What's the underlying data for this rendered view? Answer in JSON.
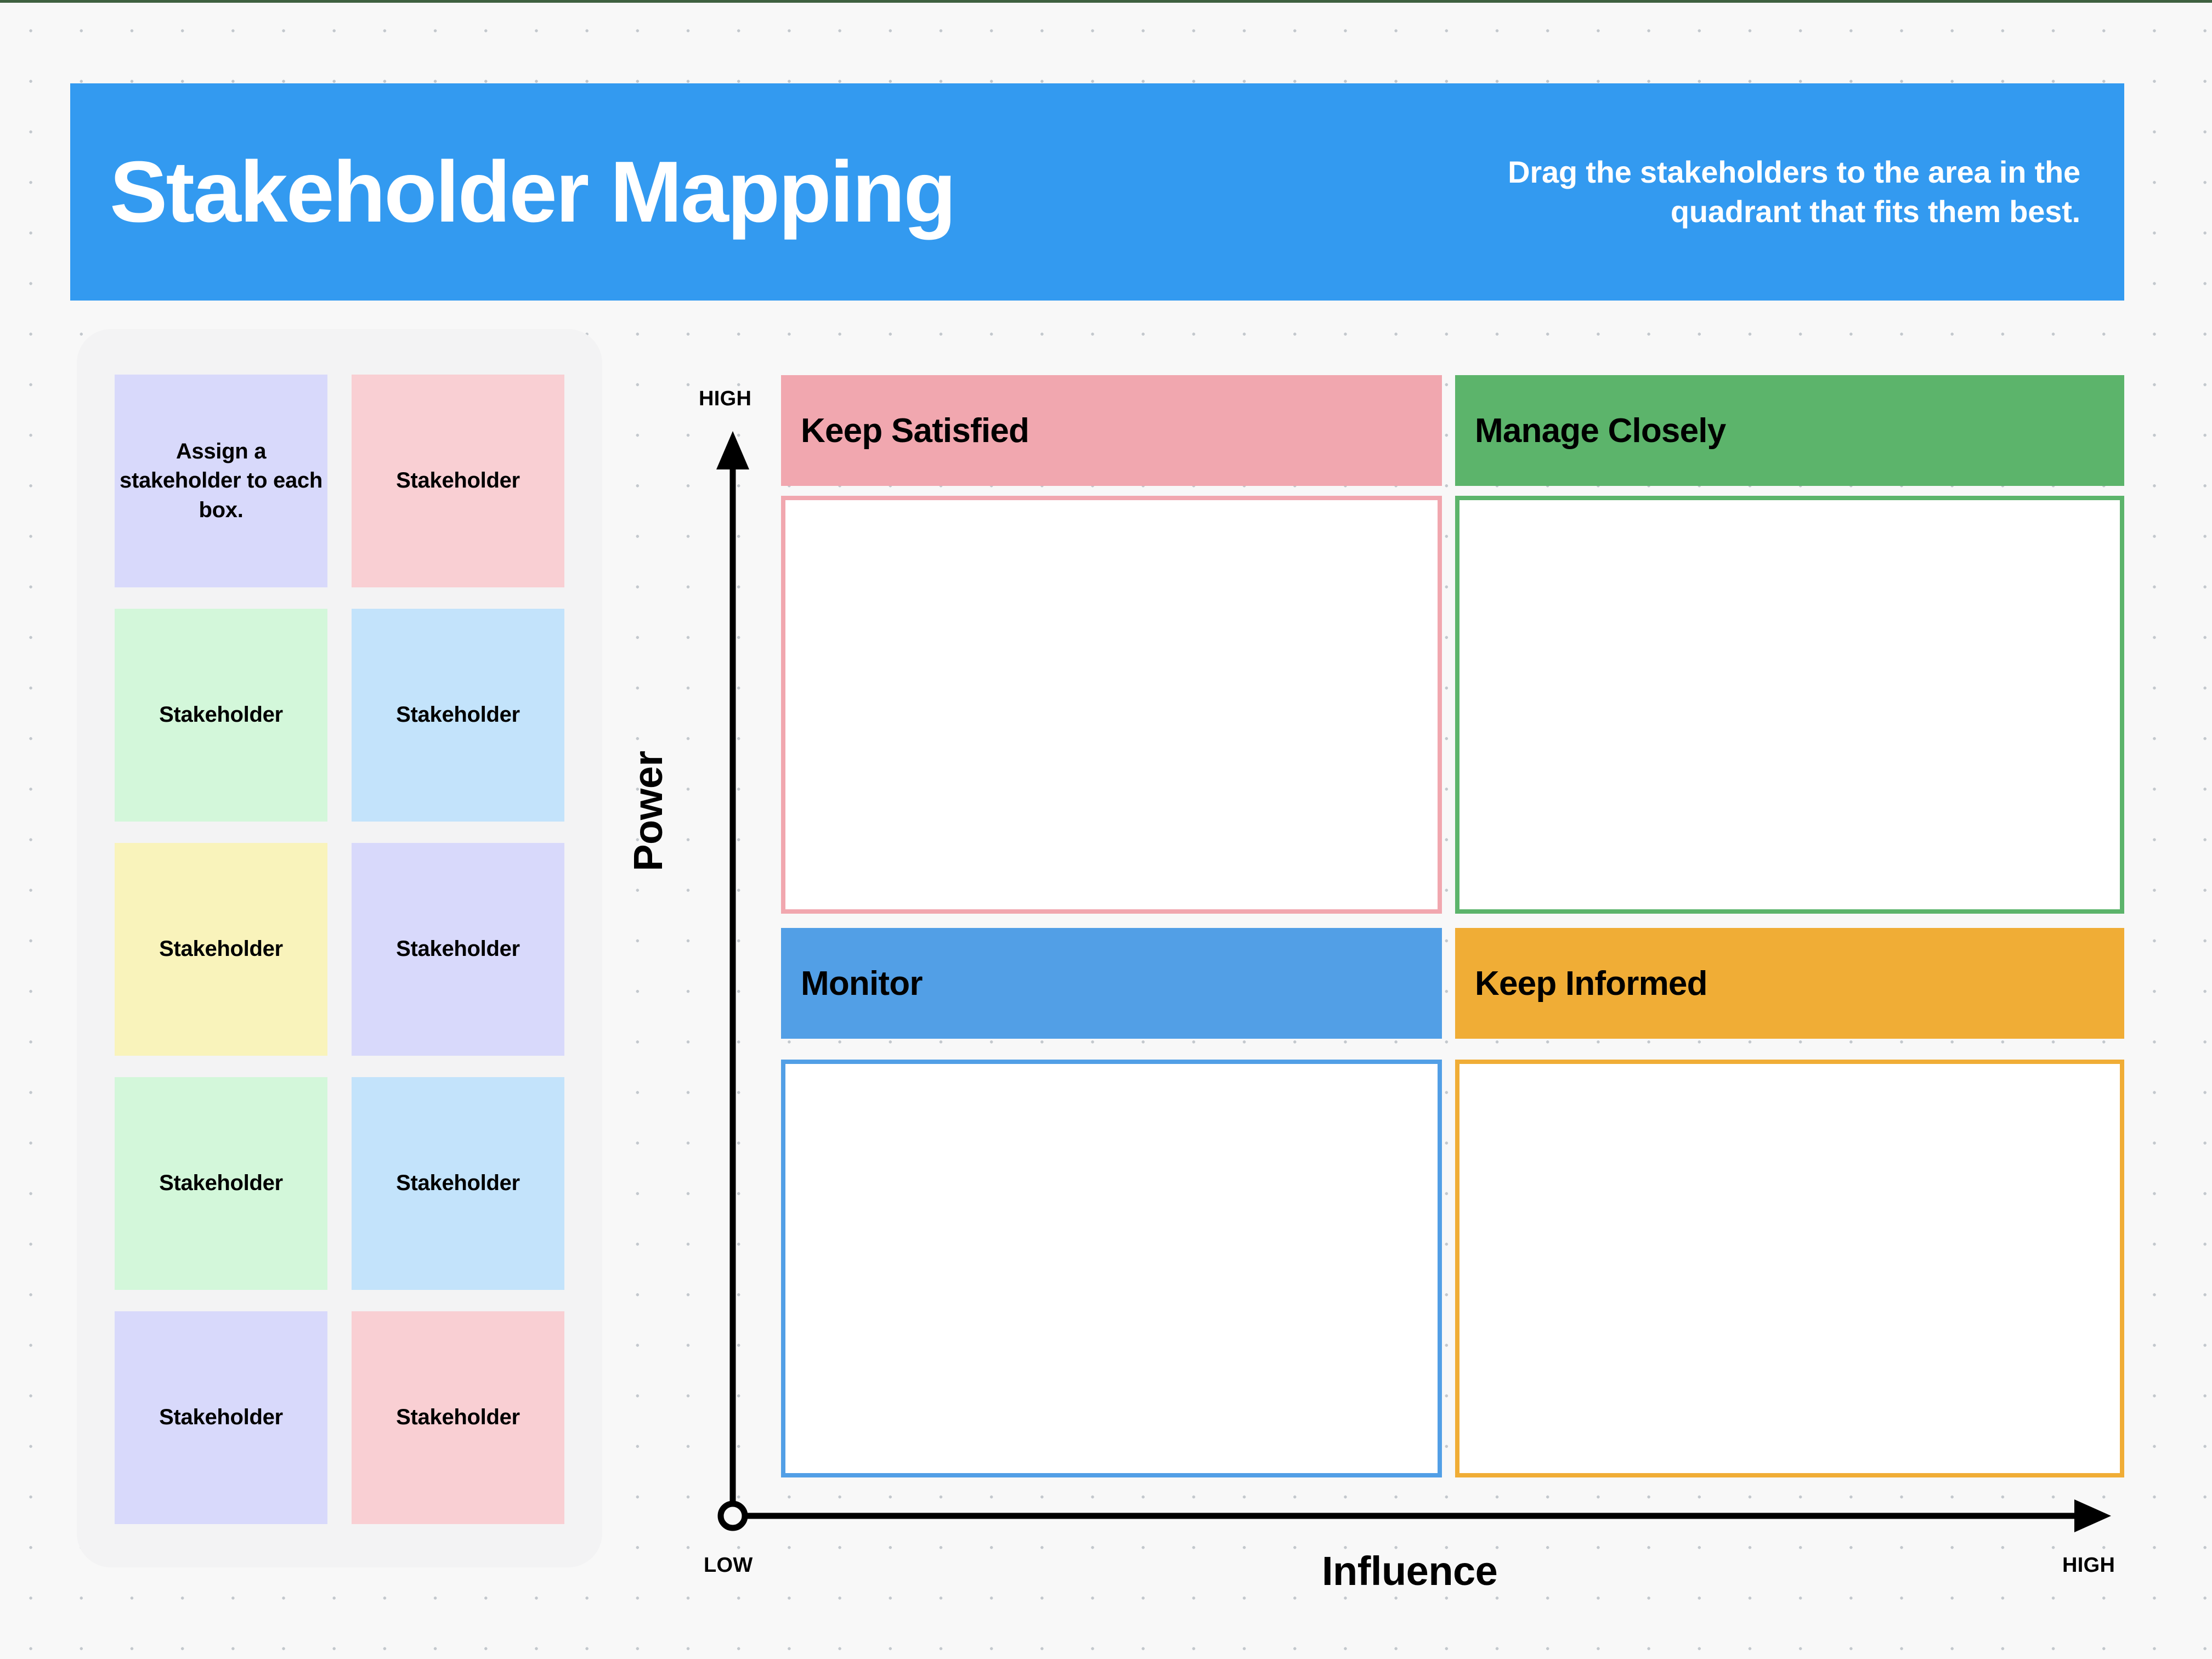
{
  "header": {
    "title": "Stakeholder Mapping",
    "subtitle": "Drag the stakeholders to the area in the quadrant that fits them best.",
    "background_color": "#339af0",
    "text_color": "#ffffff"
  },
  "sidebar": {
    "panel_color": "#f3f3f4",
    "cards": [
      {
        "label": "Assign a stakeholder to each box.",
        "color": "#d8d9fb"
      },
      {
        "label": "Stakeholder",
        "color": "#f9cfd3"
      },
      {
        "label": "Stakeholder",
        "color": "#d3f7da"
      },
      {
        "label": "Stakeholder",
        "color": "#c3e3fb"
      },
      {
        "label": "Stakeholder",
        "color": "#f9f3bb"
      },
      {
        "label": "Stakeholder",
        "color": "#d8d9fb"
      },
      {
        "label": "Stakeholder",
        "color": "#d3f7da"
      },
      {
        "label": "Stakeholder",
        "color": "#c3e3fb"
      },
      {
        "label": "Stakeholder",
        "color": "#d8d9fb"
      },
      {
        "label": "Stakeholder",
        "color": "#f9cfd3"
      }
    ]
  },
  "matrix": {
    "quadrants": [
      {
        "title": "Keep Satisfied",
        "color": "#f1a7af",
        "position": "top-left"
      },
      {
        "title": "Manage Closely",
        "color": "#5cb46b",
        "position": "top-right"
      },
      {
        "title": "Monitor",
        "color": "#529fe6",
        "position": "bottom-left"
      },
      {
        "title": "Keep Informed",
        "color": "#f0ad36",
        "position": "bottom-right"
      }
    ]
  },
  "axes": {
    "y_label": "Power",
    "y_high": "HIGH",
    "x_label": "Influence",
    "x_low": "LOW",
    "x_high": "HIGH",
    "line_color": "#000000"
  },
  "canvas": {
    "background_color": "#f8f8f8",
    "dot_color": "#c3c8cd",
    "top_rule_color": "#3f6140"
  }
}
